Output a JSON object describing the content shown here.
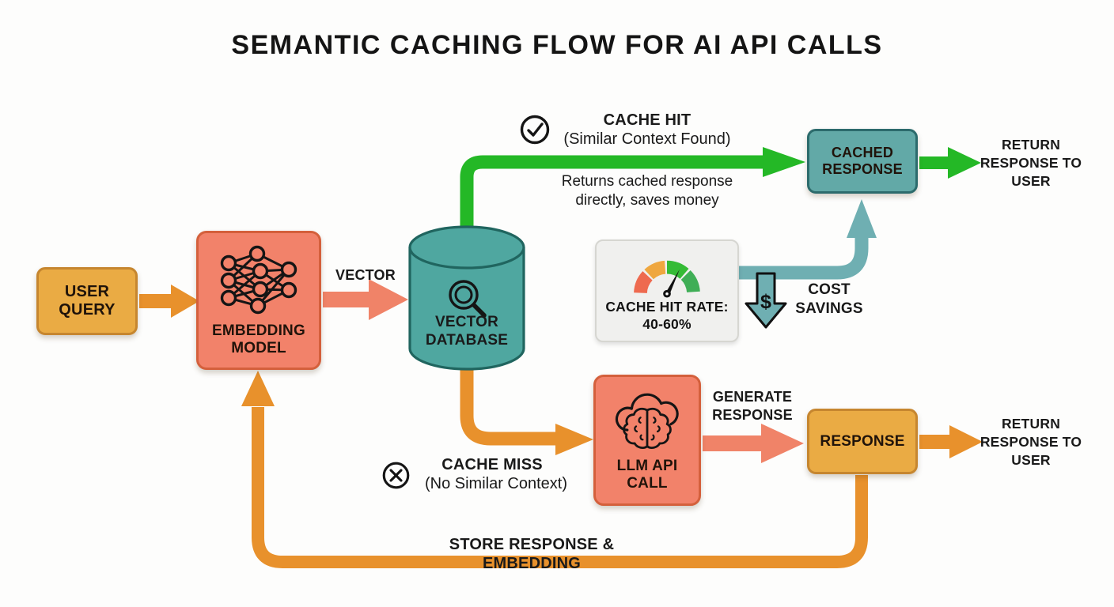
{
  "title": "SEMANTIC CACHING FLOW FOR AI API CALLS",
  "nodes": {
    "user_query": {
      "label": "USER QUERY"
    },
    "embedding_model": {
      "label": "EMBEDDING MODEL",
      "icon": "neural-network-icon"
    },
    "vector_database": {
      "label": "VECTOR DATABASE",
      "icon": "magnifier-icon"
    },
    "cached_response": {
      "label": "CACHED RESPONSE"
    },
    "llm_api_call": {
      "label": "LLM API CALL",
      "icon": "cloud-brain-icon"
    },
    "response": {
      "label": "RESPONSE"
    }
  },
  "labels": {
    "vector": "VECTOR",
    "cache_hit_title": "CACHE HIT",
    "cache_hit_subtitle": "(Similar Context Found)",
    "cache_hit_note": "Returns cached response directly, saves money",
    "cache_miss_title": "CACHE MISS",
    "cache_miss_subtitle": "(No Similar Context)",
    "return_to_user_top": "RETURN RESPONSE TO USER",
    "return_to_user_bottom": "RETURN RESPONSE TO USER",
    "generate_response": "GENERATE RESPONSE",
    "cost_savings": "COST SAVINGS",
    "dollar_sign": "$",
    "store_loop": "STORE RESPONSE & EMBEDDING"
  },
  "gauge": {
    "label": "CACHE HIT RATE:",
    "value": "40-60%"
  },
  "icons": [
    "check-circle-icon",
    "x-circle-icon",
    "neural-network-icon",
    "magnifier-icon",
    "cloud-brain-icon",
    "gauge-icon",
    "dollar-down-arrow-icon"
  ],
  "colors": {
    "background": "#FDFDFC",
    "text": "#1A1A1A",
    "orange_box_fill": "#EAAB44",
    "orange_box_border": "#C6862F",
    "salmon_box_fill": "#F2826A",
    "salmon_box_border": "#D4603C",
    "teal_fill": "#4FA7A0",
    "teal_border": "#20655F",
    "cached_box_fill": "#62A9A7",
    "cached_box_border": "#2C6B6C",
    "green_arrow": "#24B826",
    "orange_arrow": "#E8912C",
    "salmon_arrow": "#F08368",
    "teal_arrow": "#6FAFB2",
    "gauge_box_fill": "#F0F0EE",
    "gauge_box_border": "#D6D6D1",
    "gauge_red": "#EE6A4F",
    "gauge_amber": "#EFA73F",
    "gauge_green": "#35BB35",
    "gauge_dark_green": "#3FAE56"
  }
}
